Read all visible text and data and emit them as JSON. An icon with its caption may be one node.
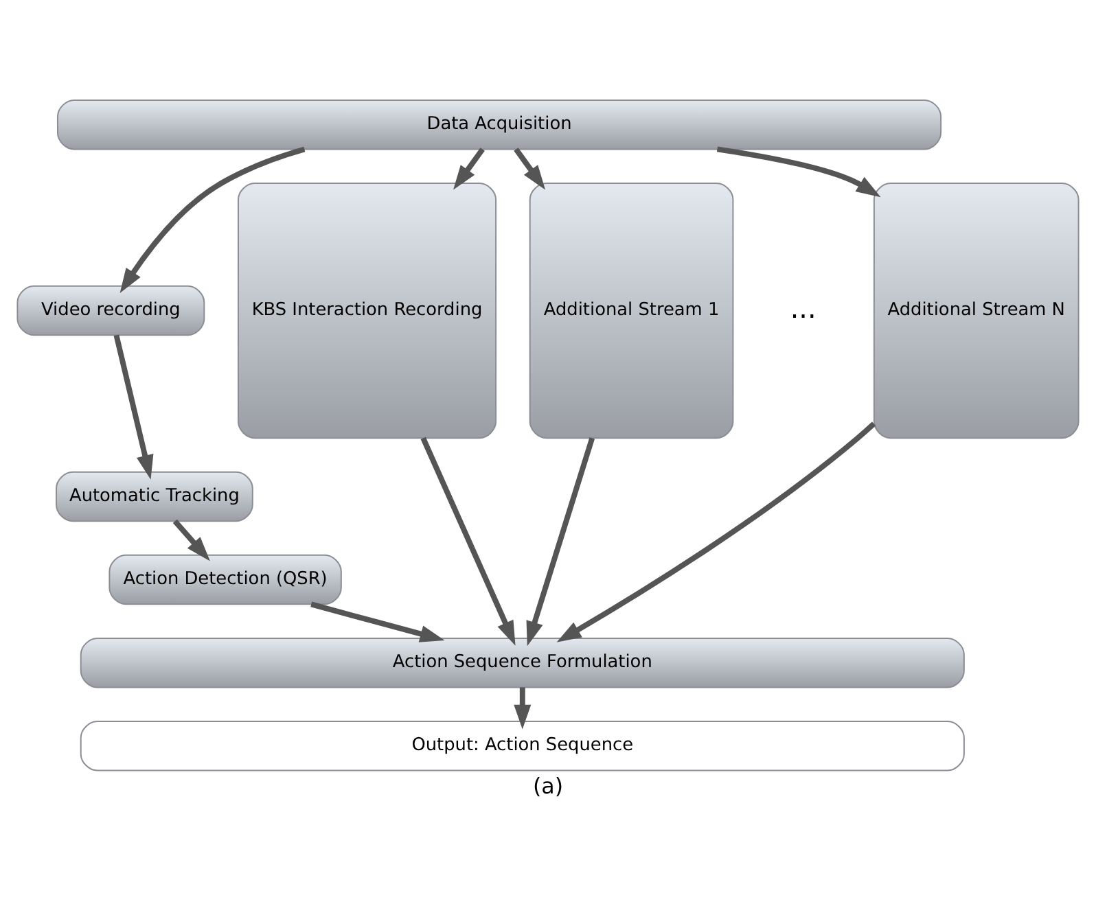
{
  "diagram": {
    "caption": "(a)",
    "nodes": [
      {
        "text": [
          "Data Acquisition"
        ]
      },
      {
        "text": [
          "Video recording"
        ]
      },
      {
        "text": [
          "Automatic Tracking"
        ]
      },
      {
        "text": [
          "Action Detection (QSR)"
        ]
      },
      {
        "text": [
          "KBS Interaction Recording"
        ]
      },
      {
        "text": [
          "Additional Stream 1"
        ]
      },
      {
        "text": [
          "Additional Stream N"
        ]
      },
      {
        "text": [
          "Action Sequence Formulation"
        ]
      },
      {
        "text": [
          "Output: Action Sequence"
        ]
      }
    ],
    "edges": [
      {
        "from": 0,
        "to": 1,
        "arrow": "to"
      },
      {
        "from": 0,
        "to": 4,
        "arrow": "to"
      },
      {
        "from": 0,
        "to": 5,
        "arrow": "to"
      },
      {
        "from": 0,
        "to": 6,
        "arrow": "to"
      },
      {
        "from": 1,
        "to": 2,
        "arrow": "to"
      },
      {
        "from": 2,
        "to": 3,
        "arrow": "to"
      },
      {
        "from": 3,
        "to": 7,
        "arrow": "to"
      },
      {
        "from": 4,
        "to": 7,
        "arrow": "to"
      },
      {
        "from": 5,
        "to": 7,
        "arrow": "to"
      },
      {
        "from": 6,
        "to": 7,
        "arrow": "to"
      },
      {
        "from": 7,
        "to": 8,
        "arrow": "to"
      }
    ],
    "labels": [
      "..."
    ]
  }
}
